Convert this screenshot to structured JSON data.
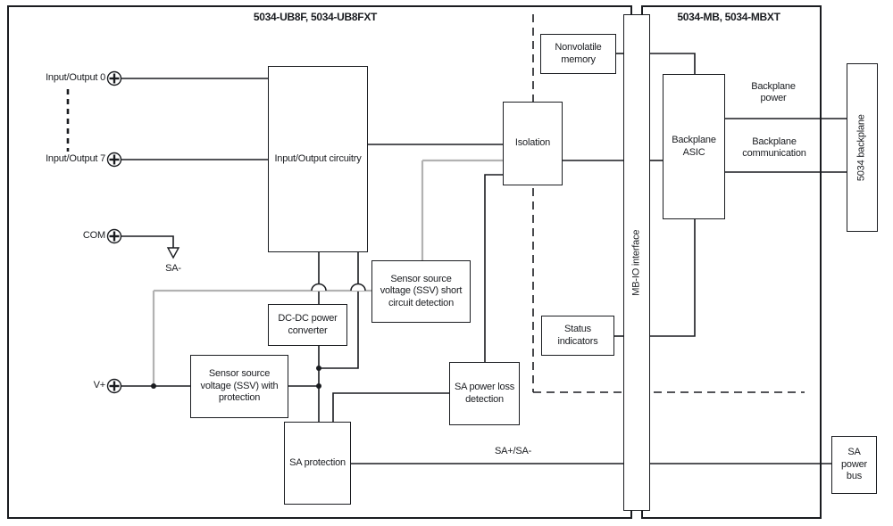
{
  "titles": {
    "left_module": "5034-UB8F, 5034-UB8FXT",
    "right_module": "5034-MB, 5034-MBXT"
  },
  "terminals": {
    "io0": "Input/Output 0",
    "io7": "Input/Output 7",
    "com": "COM",
    "sa_minus": "SA-",
    "v_plus": "V+"
  },
  "blocks": {
    "io_circuitry": "Input/Output circuitry",
    "isolation": "Isolation",
    "nonvolatile_memory": "Nonvolatile memory",
    "mb_io_interface": "MB-IO interface",
    "backplane_asic": "Backplane ASIC",
    "status_indicators": "Status indicators",
    "ssv_short_circuit_detection": "Sensor source voltage (SSV) short circuit detection",
    "dc_dc_converter": "DC-DC power converter",
    "ssv_with_protection": "Sensor source voltage (SSV) with protection",
    "sa_power_loss_detection": "SA power loss detection",
    "sa_protection": "SA protection",
    "backplane_5034": "5034 backplane",
    "sa_power_bus": "SA power bus"
  },
  "wire_labels": {
    "backplane_power": "Backplane power",
    "backplane_communication": "Backplane communication",
    "sa_bus": "SA+/SA-"
  },
  "colors": {
    "line": "#1a1c20",
    "ssv_feedback_line": "#b2b2b2",
    "background": "#ffffff"
  }
}
